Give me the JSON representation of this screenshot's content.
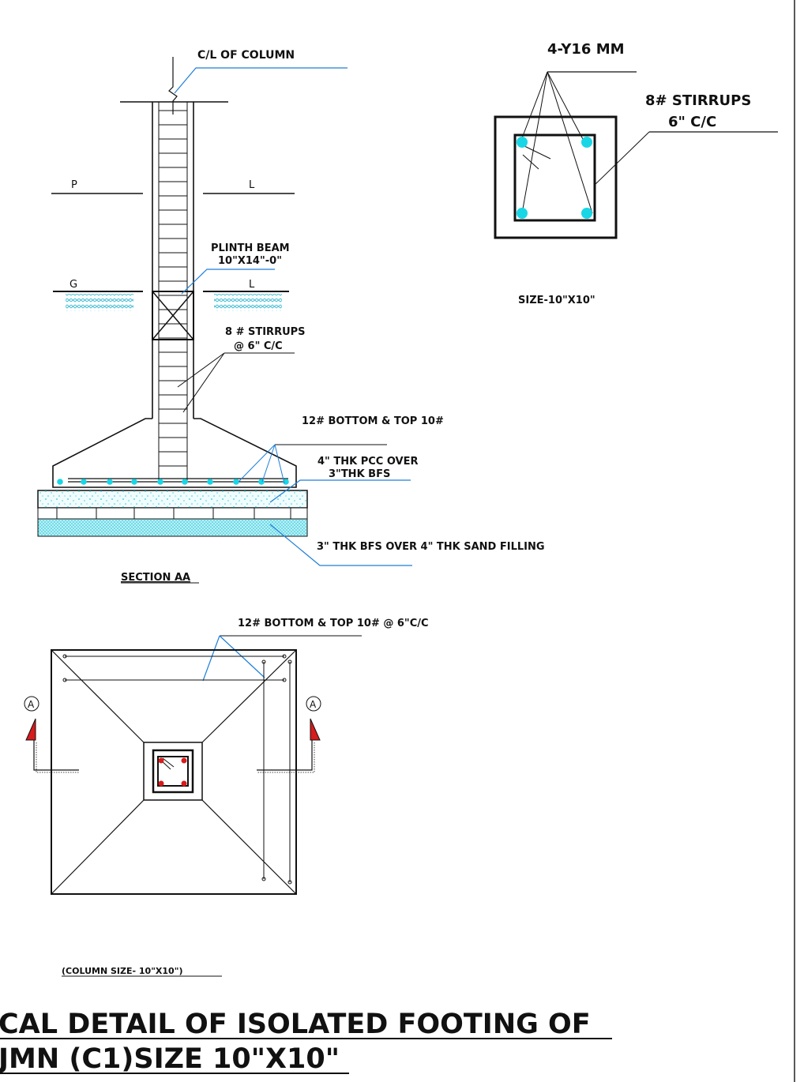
{
  "section": {
    "cl_label": "C/L OF COLUMN",
    "level_p": "P",
    "level_l1": "L",
    "level_g": "G",
    "level_l2": "L",
    "plinth_beam_1": "PLINTH BEAM",
    "plinth_beam_2": "10\"X14\"-0\"",
    "stirrups_1": "8 # STIRRUPS",
    "stirrups_2": "@ 6\" C/C",
    "bars": "12# BOTTOM & TOP 10#",
    "pcc_1": "4\" THK PCC OVER",
    "pcc_2": "3\"THK BFS",
    "bfs": "3\" THK BFS OVER 4\" THK SAND FILLING",
    "title": "SECTION AA"
  },
  "column_section": {
    "main_bars": "4-Y16 MM",
    "stirrups_1": "8# STIRRUPS",
    "stirrups_2": "6\" C/C",
    "size": "SIZE-10\"X10\""
  },
  "plan": {
    "bars": "12# BOTTOM & TOP 10# @ 6\"C/C",
    "marker_left": "A",
    "marker_right": "A",
    "column_size": "(COLUMN SIZE- 10\"X10\")"
  },
  "title": {
    "line1": "CAL DETAIL OF ISOLATED FOOTING OF",
    "line2": "JMN (C1)SIZE 10\"X10\""
  },
  "colors": {
    "leader": "#1e7fd8",
    "rebar_dot": "#19d6e6",
    "red": "#d81b1b",
    "hatch": "#55c8e0"
  }
}
